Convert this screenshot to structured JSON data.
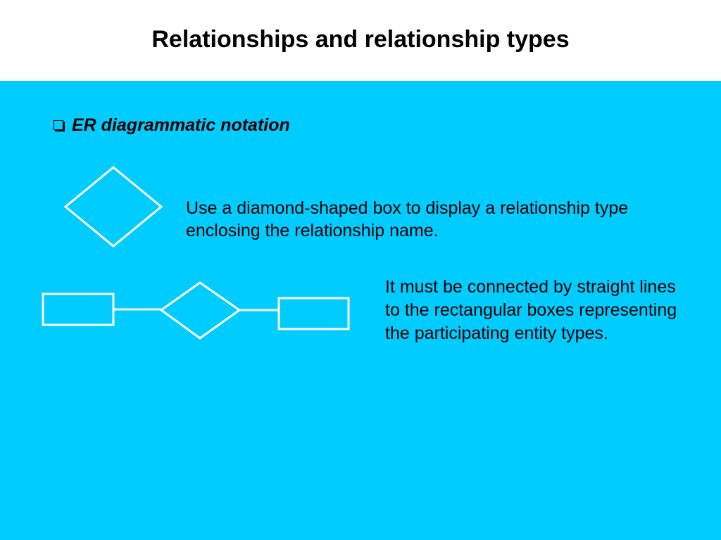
{
  "slide": {
    "title": "Relationships and relationship types",
    "background_color": "#00CCFF",
    "header_color": "#FFFFFF"
  },
  "bullet": {
    "icon": "checkbox-bullet-icon",
    "text": "ER diagrammatic notation"
  },
  "paragraphs": {
    "diamond_description": "Use a diamond-shaped box to display a relationship type enclosing the relationship name.",
    "connection_description": "It must be connected by straight lines to the rectangular boxes representing the participating entity types."
  }
}
